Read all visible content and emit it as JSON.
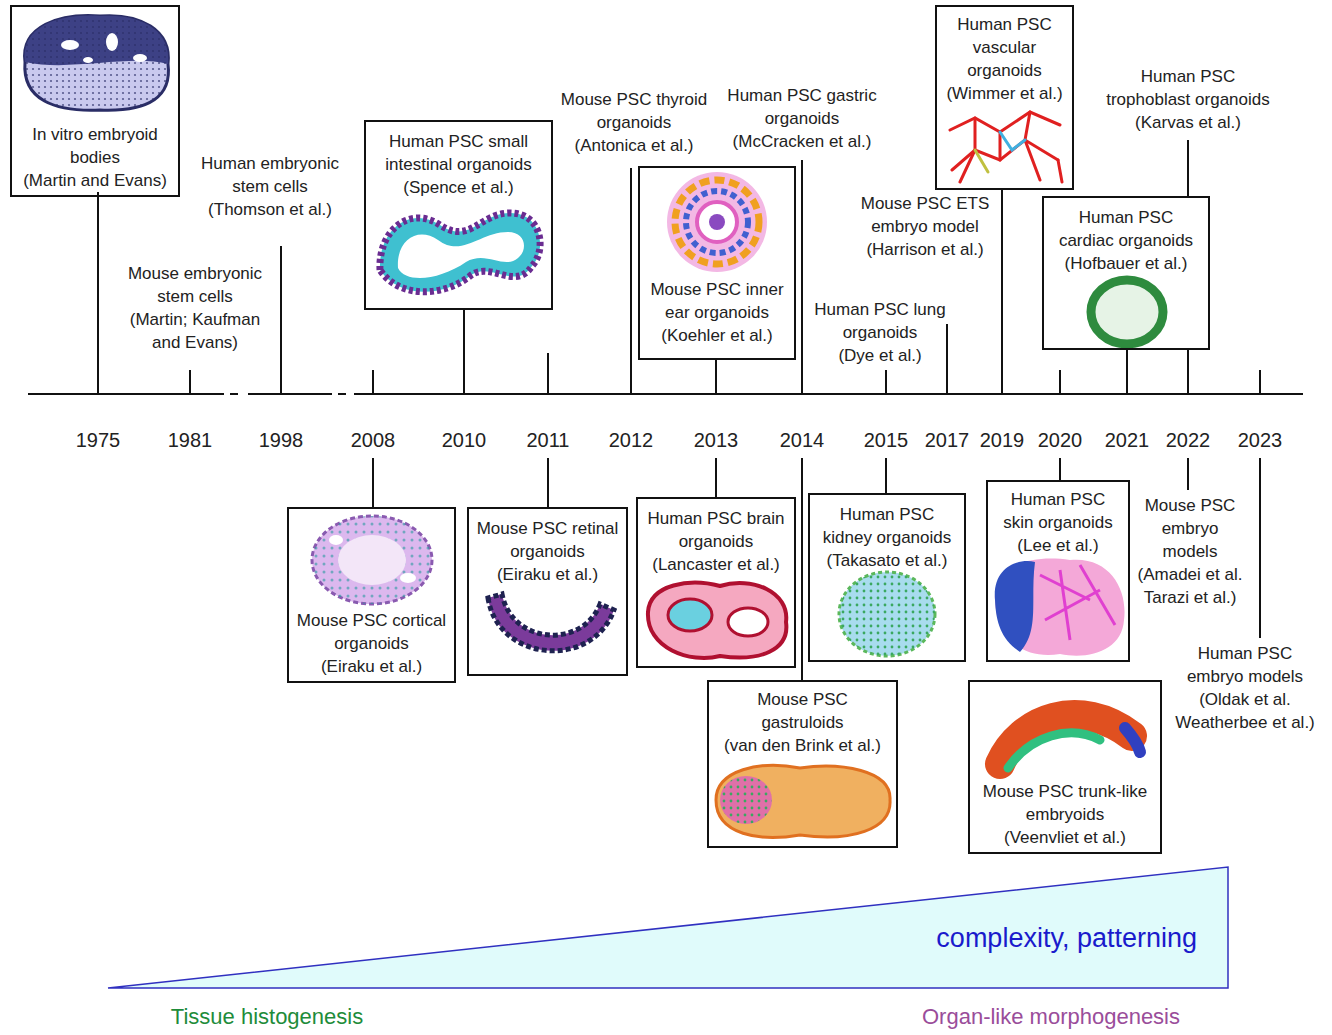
{
  "diagram": {
    "nodes": [
      {
        "text": [
          "In vitro embryoid bodies",
          "(Martin and Evans)"
        ]
      },
      {
        "text": [
          "Human PSC small intestinal organoids",
          "(Spence et al.)"
        ]
      },
      {
        "text": [
          "Mouse PSC inner ear organoids",
          "(Koehler et al.)"
        ]
      },
      {
        "text": [
          "Human PSC vascular organoids",
          "(Wimmer et al.)"
        ]
      },
      {
        "text": [
          "Human PSC cardiac organoids",
          "(Hofbauer et al.)"
        ]
      },
      {
        "text": [
          "Mouse PSC cortical organoids",
          "(Eiraku et al.)"
        ]
      },
      {
        "text": [
          "Mouse PSC retinal organoids",
          "(Eiraku et al.)"
        ]
      },
      {
        "text": [
          "Human PSC brain organoids",
          "(Lancaster et al.)"
        ]
      },
      {
        "text": [
          "Human PSC kidney organoids",
          "(Takasato et al.)"
        ]
      },
      {
        "text": [
          "Human PSC skin organoids",
          "(Lee et al.)"
        ]
      },
      {
        "text": [
          "Mouse PSC gastruloids",
          "(van den Brink et al.)"
        ]
      },
      {
        "text": [
          "Mouse PSC trunk-like embryoids",
          "(Veenvliet et al.)"
        ]
      },
      {
        "text": [
          "complexity, patterning"
        ]
      }
    ],
    "labels": [
      "Human embryonic stem cells",
      "(Thomson et al.)",
      "Mouse embryonic stem cells",
      "(Martin; Kaufman and Evans)",
      "Mouse PSC thyroid organoids",
      "(Antonica et al.)",
      "Human PSC gastric organoids",
      "(McCracken et al.)",
      "Mouse PSC ETS embryo model",
      "(Harrison et al.)",
      "Human PSC lung organoids",
      "(Dye et al.)",
      "Human PSC trophoblast organoids",
      "(Karvas et al.)",
      "Mouse PSC embryo models",
      "(Amadei et al. Tarazi et al.)",
      "Human PSC embryo models",
      "(Oldak et al. Weatherbee et al.)",
      "1975",
      "1981",
      "1998",
      "2008",
      "2010",
      "2011",
      "2012",
      "2013",
      "2014",
      "2015",
      "2017",
      "2019",
      "2020",
      "2021",
      "2022",
      "2023",
      "Tissue histogenesis",
      "Organ-like morphogenesis"
    ]
  }
}
